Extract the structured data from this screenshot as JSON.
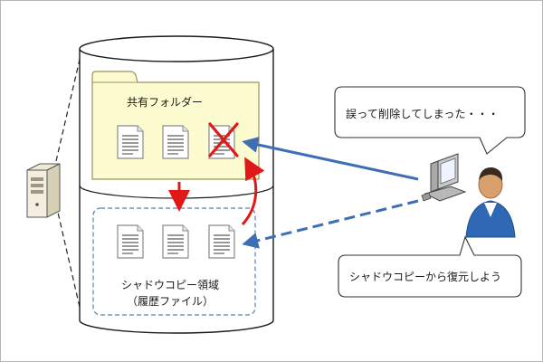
{
  "diagram": {
    "shared_folder_label": "共有フォルダー",
    "shadow_area_label": "シャドウコピー領域",
    "shadow_area_sublabel": "（履歴ファイル）",
    "speech_bubble_top": "誤って削除してしまった・・・",
    "speech_bubble_bottom": "シャドウコピーから復元しよう"
  },
  "colors": {
    "folder_fill": "#fdfbd0",
    "red_arrow": "#e01818",
    "blue_arrow": "#3e6fb4",
    "dashed_border": "#5a80b8",
    "delete_mark": "#e01818"
  }
}
